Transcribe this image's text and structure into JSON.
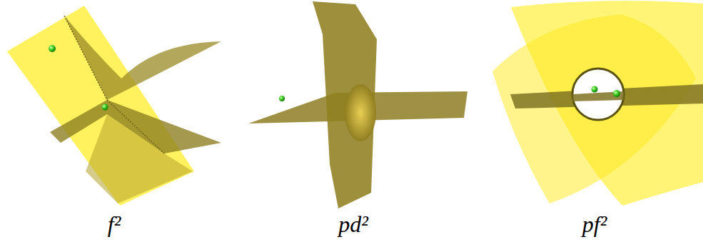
{
  "diagram": {
    "labels": [
      "f²",
      "pd²",
      "pf²"
    ]
  }
}
